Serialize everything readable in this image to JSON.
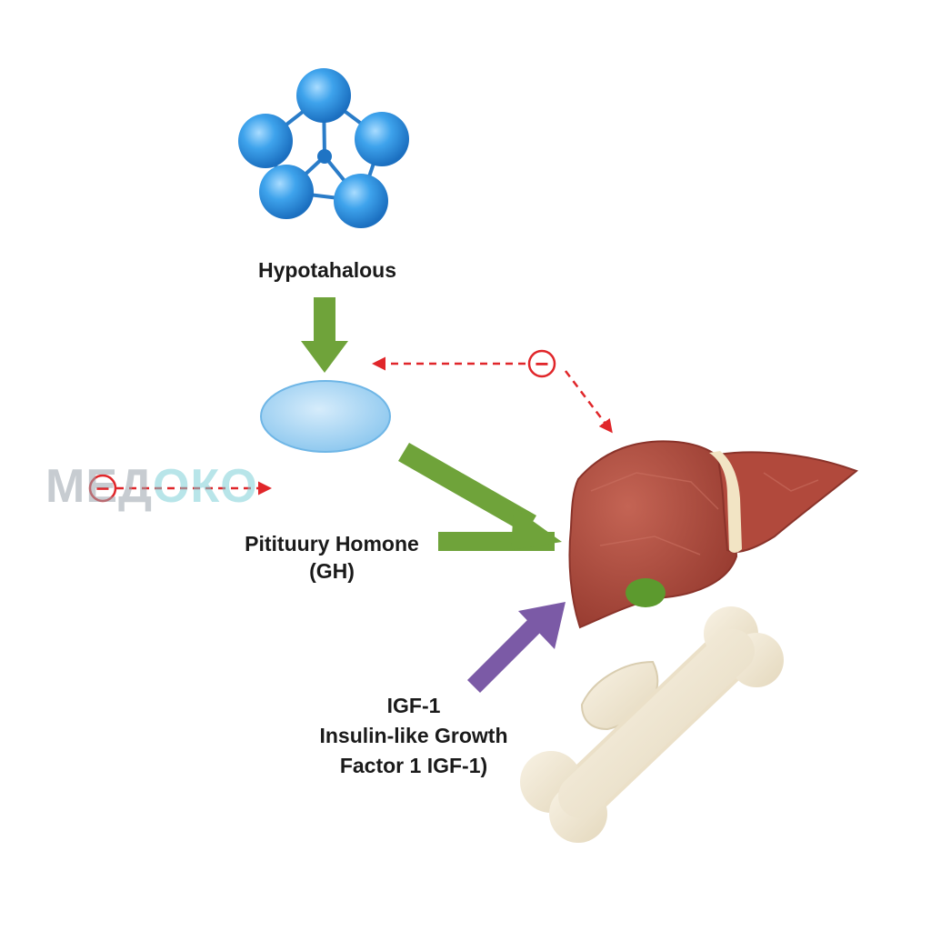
{
  "labels": {
    "hypothalamus": "Hypotahalous",
    "pituitary_line1": "Pitituury Homone",
    "pituitary_line2": "(GH)",
    "igf_line1": "IGF-1",
    "igf_line2": "Insulin-like Growth",
    "igf_line3": "Factor 1 IGF-1)"
  },
  "watermark": {
    "part1": "МЕД",
    "part2": "ОКО"
  },
  "feedback_symbol": "−",
  "colors": {
    "hypothalamus_molecule": "#2f8fd8",
    "pituitary": "#a9d6f2",
    "stimulate_arrow": "#6fa33a",
    "igf_arrow": "#7b5aa6",
    "inhibition_dashed": "#e0262a",
    "liver": "#a9463a",
    "gallbladder": "#5c9a2e",
    "bone": "#efe6d2"
  },
  "icons": [
    "molecule-icon",
    "pituitary-gland-icon",
    "liver-icon",
    "bone-icon",
    "bone-fragment-icon"
  ]
}
